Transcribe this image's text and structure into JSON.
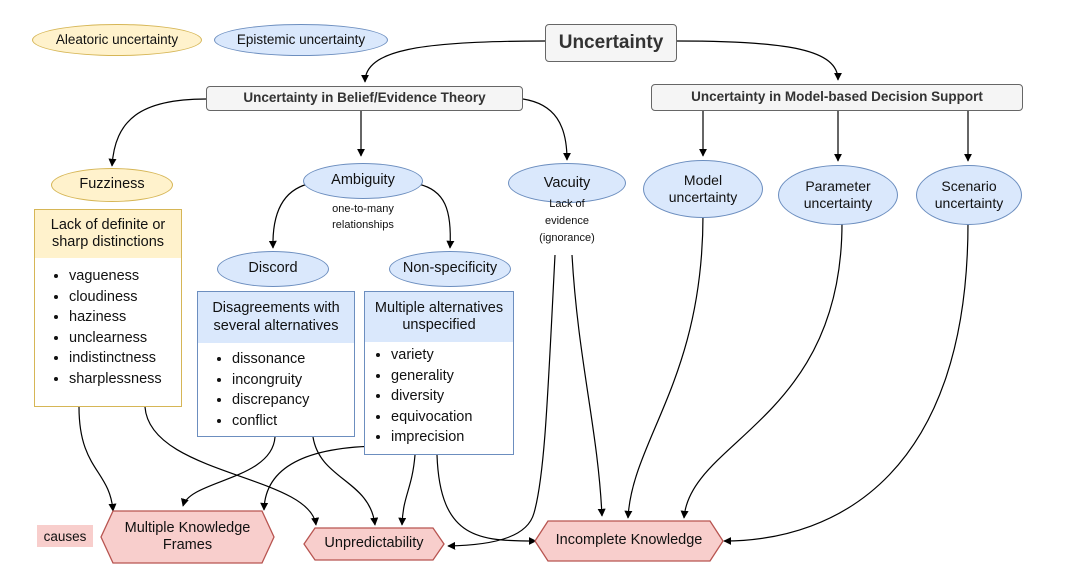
{
  "legend": {
    "aleatoric": "Aleatoric uncertainty",
    "epistemic": "Epistemic uncertainty",
    "causes": "causes"
  },
  "root": "Uncertainty",
  "belief_theory": {
    "title": "Uncertainty in Belief/Evidence Theory",
    "fuzziness": {
      "label": "Fuzziness",
      "header": "Lack of definite or sharp distinctions",
      "items": [
        "vagueness",
        "cloudiness",
        "haziness",
        "unclearness",
        "indistinctness",
        "sharplessness"
      ]
    },
    "ambiguity": {
      "label": "Ambiguity",
      "note": "one-to-many relationships",
      "discord": {
        "label": "Discord",
        "header": "Disagreements with several alternatives",
        "items": [
          "dissonance",
          "incongruity",
          "discrepancy",
          "conflict"
        ]
      },
      "non_specificity": {
        "label": "Non-specificity",
        "header": "Multiple alternatives unspecified",
        "items": [
          "variety",
          "generality",
          "diversity",
          "equivocation",
          "imprecision"
        ]
      }
    },
    "vacuity": {
      "label": "Vacuity",
      "note": "Lack of evidence (ignorance)"
    }
  },
  "decision_support": {
    "title": "Uncertainty in Model-based Decision Support",
    "model": "Model uncertainty",
    "parameter": "Parameter uncertainty",
    "scenario": "Scenario uncertainty"
  },
  "outcomes": {
    "multiple_frames": "Multiple Knowledge Frames",
    "unpredictability": "Unpredictability",
    "incomplete": "Incomplete Knowledge"
  },
  "colors": {
    "aleatoric_fill": "#fff2cc",
    "aleatoric_stroke": "#d6b656",
    "epistemic_fill": "#dae8fc",
    "epistemic_stroke": "#6c8ebf",
    "outcome_fill": "#f8cecc",
    "outcome_stroke": "#b85450",
    "category_fill": "#f5f5f5",
    "category_stroke": "#666666"
  }
}
